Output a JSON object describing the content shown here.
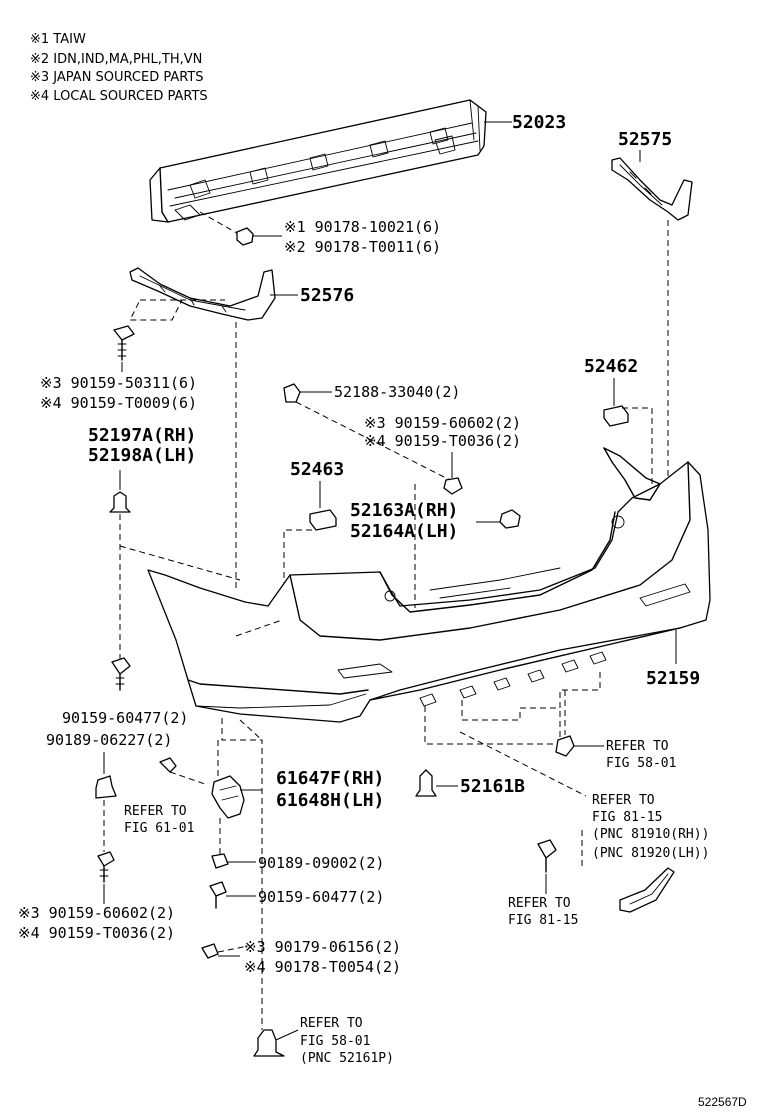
{
  "notes": [
    "※1 TAIW",
    "※2 IDN,IND,MA,PHL,TH,VN",
    "※3 JAPAN SOURCED PARTS",
    "※4 LOCAL SOURCED PARTS"
  ],
  "labels": {
    "p52023": "52023",
    "p52575": "52575",
    "p90178_10021": "※1 90178-10021(6)",
    "p90178_T0011": "※2 90178-T0011(6)",
    "p52576": "52576",
    "p90159_50311": "※3 90159-50311(6)",
    "p90159_T0009": "※4 90159-T0009(6)",
    "p52462": "52462",
    "p52188": "52188-33040(2)",
    "p90159_60602_a": "※3 90159-60602(2)",
    "p90159_T0036_a": "※4 90159-T0036(2)",
    "p52197A": "52197A(RH)",
    "p52198A": "52198A(LH)",
    "p52463": "52463",
    "p52163A": "52163A(RH)",
    "p52164A": "52164A(LH)",
    "p52159": "52159",
    "p90159_60477_a": "90159-60477(2)",
    "p90189_06227": "90189-06227(2)",
    "refer_58_01_a": "REFER TO",
    "fig_58_01_a": "FIG 58-01",
    "p61647F": "61647F(RH)",
    "p61648H": "61648H(LH)",
    "refer_61_01": "REFER TO",
    "fig_61_01": "FIG 61-01",
    "p52161B": "52161B",
    "refer_81_15_a": "REFER TO",
    "fig_81_15_a": "FIG 81-15",
    "pnc_81910": "(PNC 81910(RH))",
    "pnc_81920": "(PNC 81920(LH))",
    "p90189_09002": "90189-09002(2)",
    "p90159_60477_b": "90159-60477(2)",
    "refer_81_15_b": "REFER TO",
    "fig_81_15_b": "FIG 81-15",
    "p90159_60602_b": "※3 90159-60602(2)",
    "p90159_T0036_b": "※4 90159-T0036(2)",
    "p90179_06156": "※3 90179-06156(2)",
    "p90178_T0054": "※4 90178-T0054(2)",
    "refer_58_01_b": "REFER TO",
    "fig_58_01_b": "FIG 58-01",
    "pnc_52161P": "(PNC 52161P)",
    "figure_id": "522567D"
  }
}
